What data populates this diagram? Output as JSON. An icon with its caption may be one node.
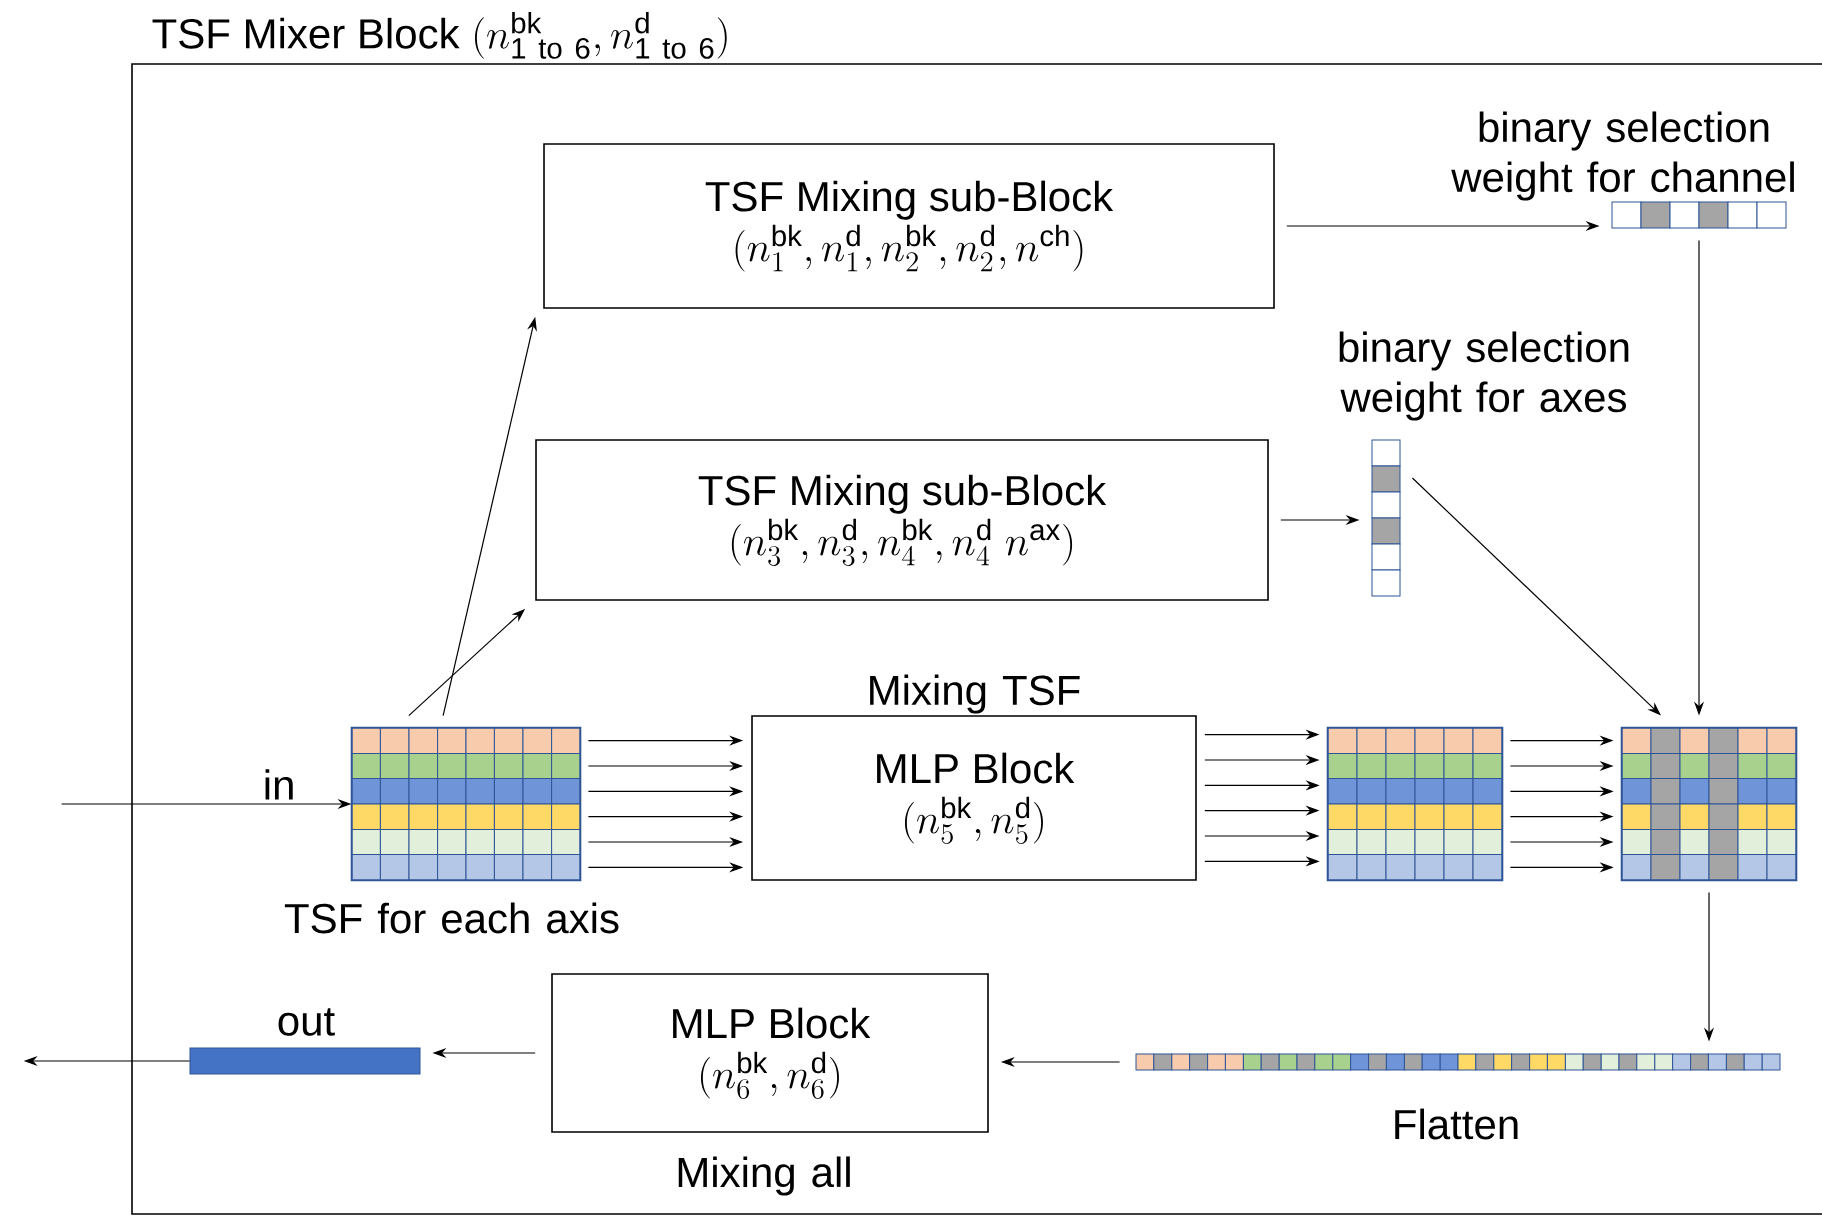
{
  "diagram": {
    "nodes": [
      {
        "text": [
          "TSF Mixer Block",
          "(n^{\\mathrm{bk}}_{\\mathrm{1\\ to\\ 6}}, n^{\\mathrm{d}}_{\\mathrm{1\\ to\\ 6}})"
        ]
      },
      {
        "text": [
          "TSF Mixing sub-Block",
          "(n_1^{\\mathrm{bk}}, n_1^{\\mathrm{d}}, n_2^{\\mathrm{bk}}, n_2^{\\mathrm{d}}, n^{\\mathrm{ch}})"
        ],
        "in": 0
      },
      {
        "text": [],
        "shape": "bar",
        "beside": [
          "binary selection weight for channel"
        ],
        "in": 0
      },
      {
        "text": [
          "TSF Mixing sub-Block",
          "(n_3^{\\mathrm{bk}}, n_3^{\\mathrm{d}}, n_4^{\\mathrm{bk}}, n_4^{\\mathrm{d}}\\ n^{\\mathrm{ax}})"
        ],
        "in": 0
      },
      {
        "text": [],
        "shape": "bar",
        "beside": [
          "binary selection weight for axes"
        ],
        "in": 0
      },
      {
        "text": [],
        "shape": "box",
        "beside": [
          "TSF for each axis"
        ],
        "in": 0
      },
      {
        "text": [
          "MLP Block",
          "(n_5^{\\mathrm{bk}}, n_5^{\\mathrm{d}})"
        ],
        "beside": [
          "Mixing TSF"
        ],
        "in": 0
      },
      {
        "text": [],
        "shape": "box",
        "in": 0
      },
      {
        "text": [],
        "shape": "box",
        "in": 0
      },
      {
        "text": [],
        "shape": "bar",
        "beside": [
          "Flatten"
        ],
        "in": 0
      },
      {
        "text": [
          "MLP Block",
          "(n_6^{\\mathrm{bk}}, n_6^{\\mathrm{d}})"
        ],
        "beside": [
          "Mixing all"
        ],
        "in": 0
      },
      {
        "text": [],
        "shape": "bar",
        "beside": [
          "out"
        ],
        "in": 0
      }
    ],
    "edges": [
      {
        "from": null,
        "to": 5,
        "arrow": "to",
        "label": "in"
      },
      {
        "from": 5,
        "to": 1,
        "arrow": "to"
      },
      {
        "from": 5,
        "to": 3,
        "arrow": "to"
      },
      {
        "from": 5,
        "to": 6,
        "arrow": "to"
      },
      {
        "from": 5,
        "to": 6,
        "arrow": "to"
      },
      {
        "from": 5,
        "to": 6,
        "arrow": "to"
      },
      {
        "from": 5,
        "to": 6,
        "arrow": "to"
      },
      {
        "from": 5,
        "to": 6,
        "arrow": "to"
      },
      {
        "from": 5,
        "to": 6,
        "arrow": "to"
      },
      {
        "from": 6,
        "to": 7,
        "arrow": "to"
      },
      {
        "from": 6,
        "to": 7,
        "arrow": "to"
      },
      {
        "from": 6,
        "to": 7,
        "arrow": "to"
      },
      {
        "from": 6,
        "to": 7,
        "arrow": "to"
      },
      {
        "from": 6,
        "to": 7,
        "arrow": "to"
      },
      {
        "from": 6,
        "to": 7,
        "arrow": "to"
      },
      {
        "from": 7,
        "to": 8,
        "arrow": "to"
      },
      {
        "from": 7,
        "to": 8,
        "arrow": "to"
      },
      {
        "from": 7,
        "to": 8,
        "arrow": "to"
      },
      {
        "from": 7,
        "to": 8,
        "arrow": "to"
      },
      {
        "from": 7,
        "to": 8,
        "arrow": "to"
      },
      {
        "from": 7,
        "to": 8,
        "arrow": "to"
      },
      {
        "from": 1,
        "to": 2,
        "arrow": "to"
      },
      {
        "from": 3,
        "to": 4,
        "arrow": "to"
      },
      {
        "from": 2,
        "to": 8,
        "arrow": "to"
      },
      {
        "from": 4,
        "to": 8,
        "arrow": "to"
      },
      {
        "from": 8,
        "to": 9,
        "arrow": "to"
      },
      {
        "from": 9,
        "to": 10,
        "arrow": "to"
      },
      {
        "from": 10,
        "to": 11,
        "arrow": "to"
      },
      {
        "from": 11,
        "to": null,
        "arrow": "to"
      }
    ]
  }
}
